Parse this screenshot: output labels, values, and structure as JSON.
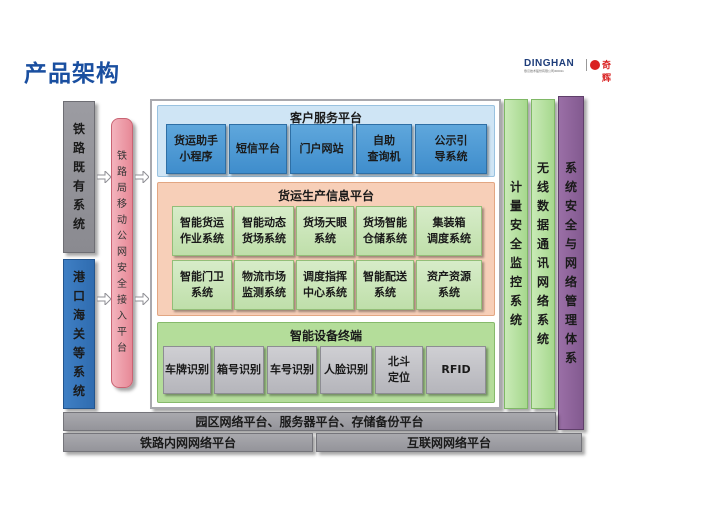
{
  "page": {
    "title": "产品架构"
  },
  "logo": {
    "brand": "DINGHAN",
    "tagline": "鼎汉技术股份有限公司300011",
    "cn": "奇辉"
  },
  "left": {
    "railway_existing": "铁路既有系统",
    "port_customs": "港口海关等系统",
    "mobile_access": "铁路局移动公网安全接入平台"
  },
  "customer_platform": {
    "title": "客户服务平台",
    "items": [
      "货运助手\n小程序",
      "短信平台",
      "门户网站",
      "自助\n查询机",
      "公示引\n导系统"
    ]
  },
  "production_platform": {
    "title": "货运生产信息平台",
    "row1": [
      "智能货运\n作业系统",
      "智能动态\n货场系统",
      "货场天眼\n系统",
      "货场智能\n仓储系统",
      "集装箱\n调度系统"
    ],
    "row2": [
      "智能门卫\n系统",
      "物流市场\n监测系统",
      "调度指挥\n中心系统",
      "智能配送\n系统",
      "资产资源\n系统"
    ]
  },
  "device_terminal": {
    "title": "智能设备终端",
    "items": [
      "车牌识别",
      "箱号识别",
      "车号识别",
      "人脸识别",
      "北斗\n定位",
      "RFID"
    ]
  },
  "right": {
    "metering": "计量安全监控系统",
    "wireless": "无线数据通讯网络系统",
    "security": "系统安全与网络管理体系"
  },
  "bottom": {
    "park": "园区网络平台、服务器平台、存储备份平台",
    "intranet": "铁路内网网络平台",
    "internet": "互联网网络平台"
  },
  "colors": {
    "title_blue": "#1a4fa0",
    "customer_box": "#4a98d4",
    "production_bg": "#f7cfb8",
    "device_bg": "#b4dd9a",
    "purple": "#8a6096"
  }
}
